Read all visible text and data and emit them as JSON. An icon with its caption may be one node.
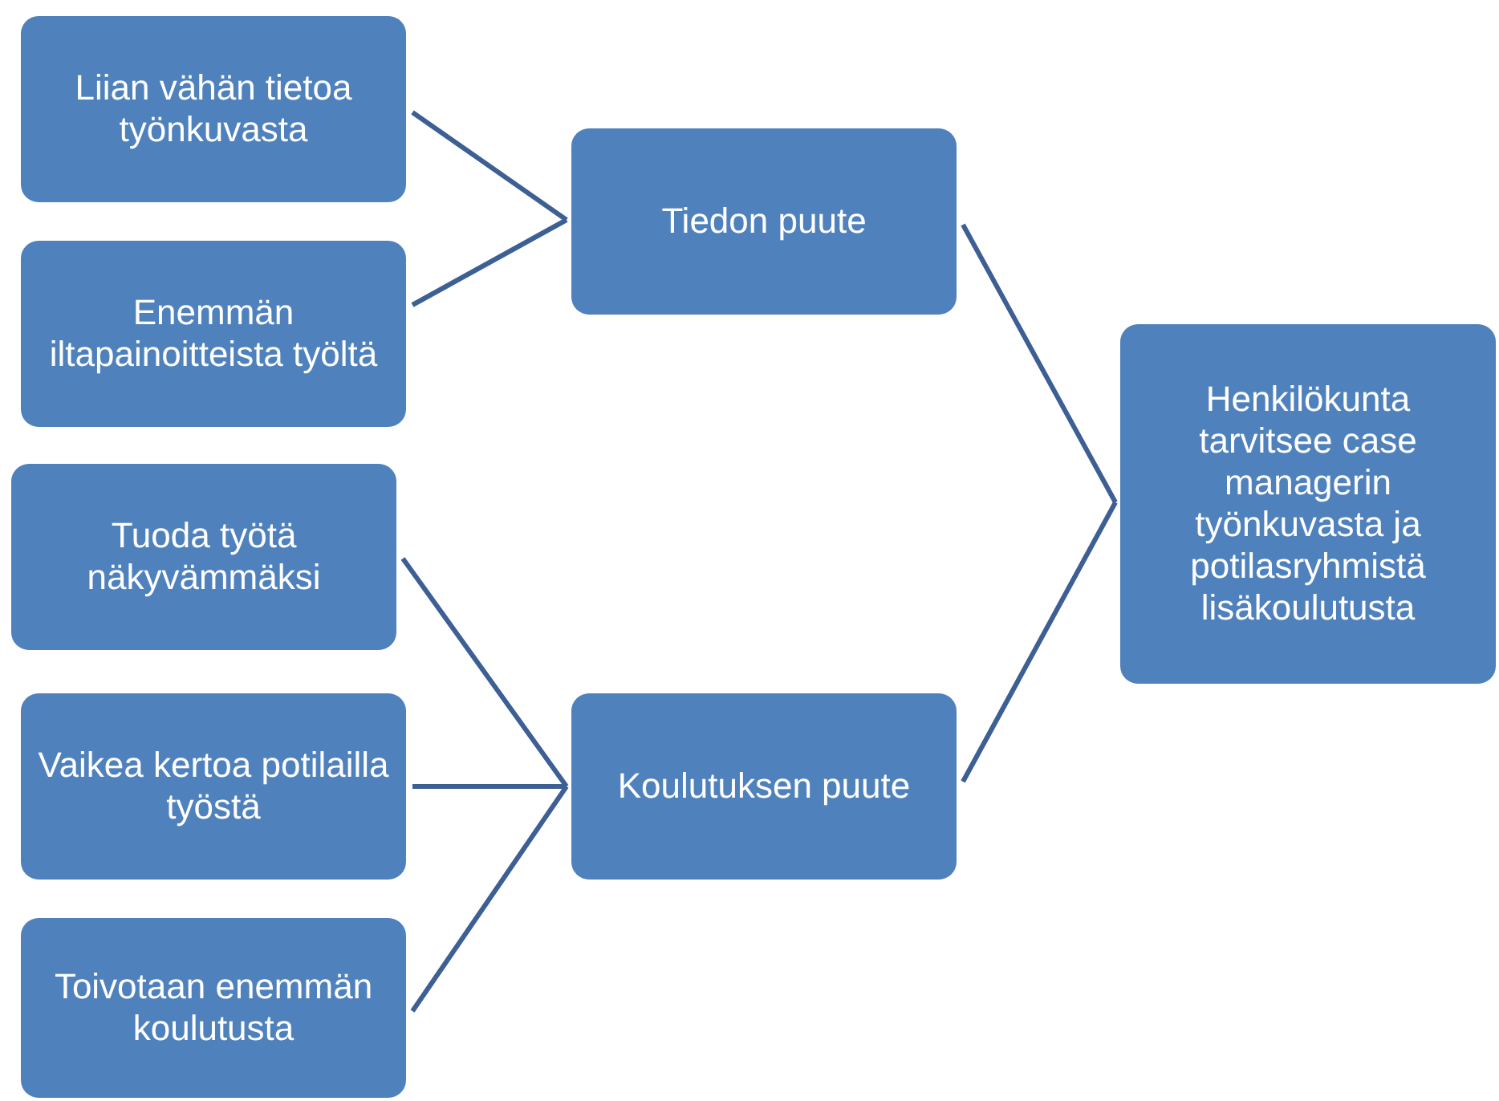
{
  "diagram": {
    "nodes": [
      {
        "text": [
          "Liian vähän tietoa työnkuvasta"
        ]
      },
      {
        "text": [
          "Enemmän iltapainoitteista työltä"
        ]
      },
      {
        "text": [
          "Tuoda työtä näkyvämmäksi"
        ]
      },
      {
        "text": [
          "Vaikea kertoa potilailla työstä"
        ]
      },
      {
        "text": [
          "Toivotaan enemmän koulutusta"
        ]
      },
      {
        "text": [
          "Tiedon puute"
        ]
      },
      {
        "text": [
          "Koulutuksen puute"
        ]
      },
      {
        "text": [
          "Henkilökunta tarvitsee case managerin työnkuvasta ja potilasryhmistä lisäkoulutusta"
        ]
      }
    ],
    "edges": [
      {
        "from": 0,
        "to": 5,
        "arrow": "none"
      },
      {
        "from": 1,
        "to": 5,
        "arrow": "none"
      },
      {
        "from": 2,
        "to": 6,
        "arrow": "none"
      },
      {
        "from": 3,
        "to": 6,
        "arrow": "none"
      },
      {
        "from": 4,
        "to": 6,
        "arrow": "none"
      },
      {
        "from": 5,
        "to": 7,
        "arrow": "none"
      },
      {
        "from": 6,
        "to": 7,
        "arrow": "none"
      }
    ]
  }
}
